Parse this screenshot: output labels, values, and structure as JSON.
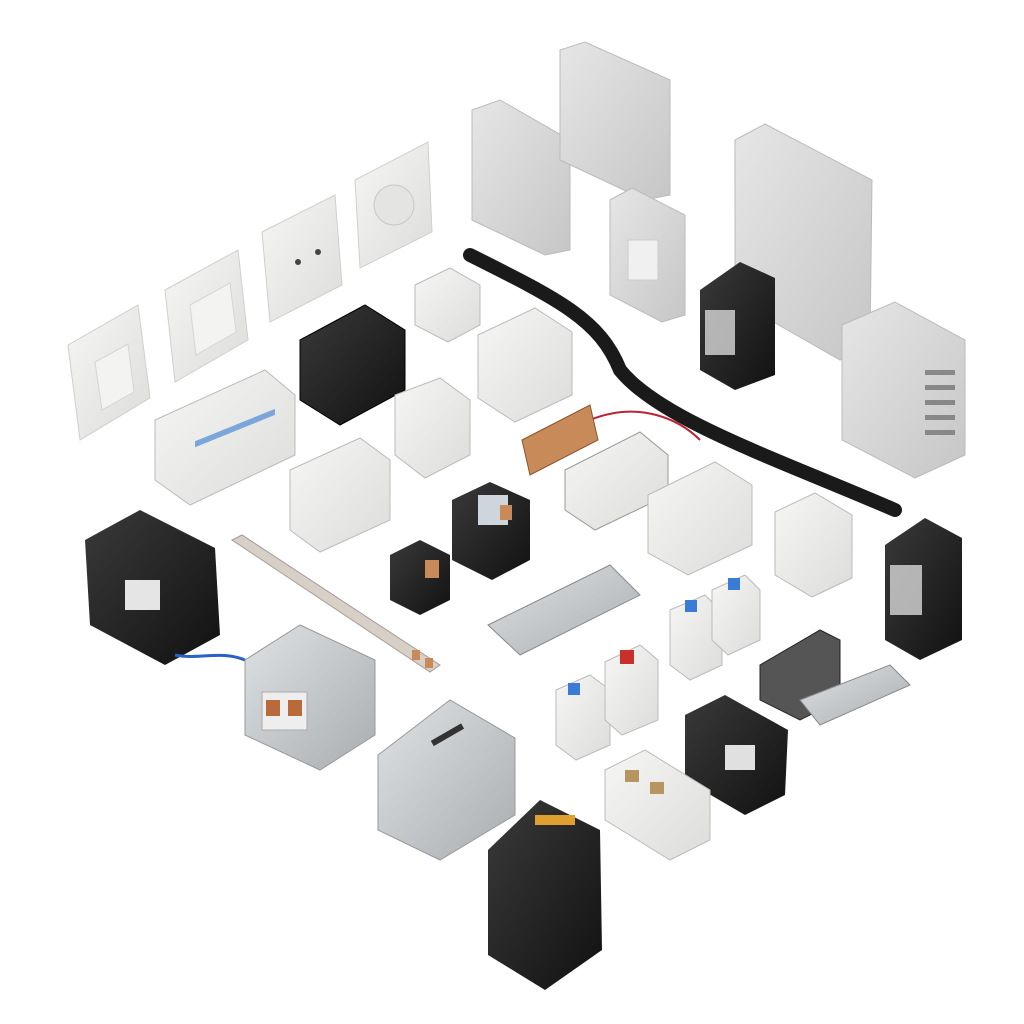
{
  "scene": {
    "background": "#ffffff",
    "colors": {
      "white_plastic": "#ececea",
      "white_edge": "#cfcfcd",
      "grey_enclosure": "#d9d9d9",
      "black_plastic": "#1e1e1e",
      "metal": "#bfc3c6",
      "copper": "#c98a5a",
      "blue_accent": "#3a7bd5",
      "red_accent": "#c8302c",
      "cable": "#1a1a1a"
    },
    "items": [
      "light-switch-double-rocker",
      "light-switch-wide-rocker",
      "socket-two-pin",
      "socket-schuko",
      "wall-enclosure-small",
      "wall-enclosure-tall",
      "wall-enclosure-large",
      "junction-box-vented",
      "switch-panel",
      "cable-bundle",
      "breaker-block-4p",
      "black-breaker-block",
      "breaker-2p",
      "breaker-3p",
      "rcd-block",
      "copper-terminal-block",
      "contactor-set",
      "contactor-black",
      "relay-black",
      "transformer-black",
      "din-rail",
      "bus-bar",
      "metal-box-sockets",
      "metal-box",
      "black-contactor-large",
      "small-breakers",
      "isolator-switch",
      "fuse-holder",
      "terminal-block-brass"
    ]
  }
}
